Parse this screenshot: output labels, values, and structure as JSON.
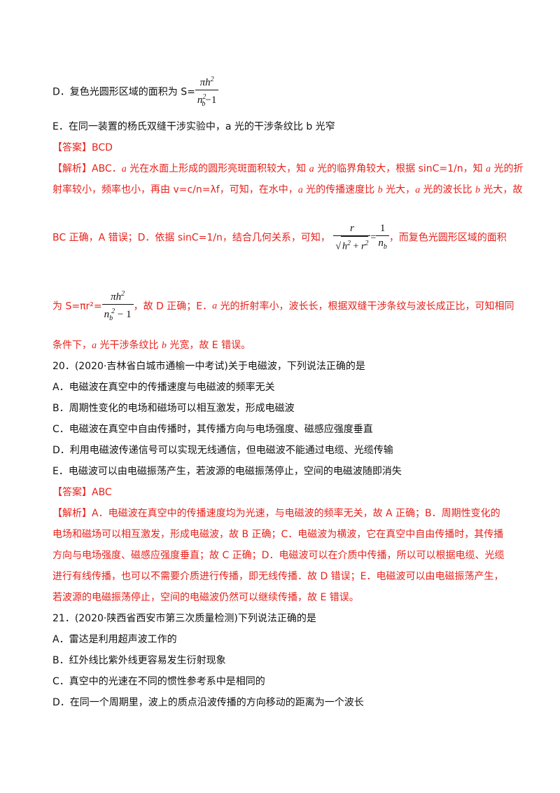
{
  "q19": {
    "optD_text": "D．复色光圆形区域的面积为 S=",
    "optE": "E．在同一装置的杨氏双缝干涉实验中，a 光的干涉条纹比 b 光窄",
    "answer": "【答案】BCD",
    "exp1_a": "【解析】ABC．",
    "exp1_b": "光在水面上形成的圆形亮斑面积较大，知",
    "exp1_c": "光的临界角较大，根据 sinC=1/n，知",
    "exp1_d": "光的折",
    "exp2_a": "射率较小，频率也小，再由 v=c/n=λf，可知，在水中，",
    "exp2_b": "光的传播速度比",
    "exp2_c": "光大，",
    "exp2_d": "光的波长比",
    "exp2_e": "光大，故",
    "exp3_a": "BC 正确，A 错误；D．依据 sinC=1/n，结合几何关系，可知，",
    "exp3_b": "，而复色光圆形区域的面积",
    "exp4_a": "为 S=πr²=",
    "exp4_b": "，故 D 正确；E．",
    "exp4_c": "光的折射率小，波长长，根据双缝干涉条纹与波长成正比，可知相同",
    "exp5_a": "条件下，",
    "exp5_b": "光干涉条纹比",
    "exp5_c": "光宽，故 E 错误。",
    "var_a": "a",
    "var_b": "b"
  },
  "q20": {
    "stem": "20．(2020·吉林省白城市通榆一中考试)关于电磁波，下列说法正确的是",
    "options": [
      "A．电磁波在真空中的传播速度与电磁波的频率无关",
      "B．周期性变化的电场和磁场可以相互激发，形成电磁波",
      "C．电磁波在真空中自由传播时，其传播方向与电场强度、磁感应强度垂直",
      "D．利用电磁波传递信号可以实现无线通信，但电磁波不能通过电缆、光缆传输",
      "E．电磁波可以由电磁振荡产生，若波源的电磁振荡停止，空间的电磁波随即消失"
    ],
    "answer": "【答案】ABC",
    "explanation": [
      "【解析】A．电磁波在真空中的传播速度均为光速，与电磁波的频率无关，故 A 正确；B．周期性变化的",
      "电场和磁场可以相互激发，形成电磁波，故 B 正确；C．电磁波为横波，它在真空中自由传播时，其传播",
      "方向与电场强度、磁感应强度垂直；故 C 正确；D．电磁波可以在介质中传播，所以可以根据电缆、光缆",
      "进行有线传播，也可以不需要介质进行传播，即无线传播．故 D 错误；E．电磁波可以由电磁振荡产生，",
      "若波源的电磁振荡停止，空间的电磁波仍然可以继续传播，故 E 错误。"
    ]
  },
  "q21": {
    "stem": "21．(2020·陕西省西安市第三次质量检测)下列说法正确的是",
    "options": [
      "A．雷达是利用超声波工作的",
      "B．红外线比紫外线更容易发生衍射现象",
      "C．真空中的光速在不同的惯性参考系中是相同的",
      "D．在同一个周期里，波上的质点沿波传播的方向移动的距离为一个波长"
    ]
  },
  "formula": {
    "pi_h2": "πh",
    "sq": "2",
    "n": "n",
    "sub_b": "b",
    "minus1": "−1",
    "minus1_sp": " − 1",
    "r": "r",
    "one": "1",
    "eq": "=",
    "sqrt_sym": "√",
    "h": "h",
    "plus": " + ",
    "rr": "r"
  },
  "colors": {
    "answer_red": "#e8211b",
    "text": "#111111"
  }
}
